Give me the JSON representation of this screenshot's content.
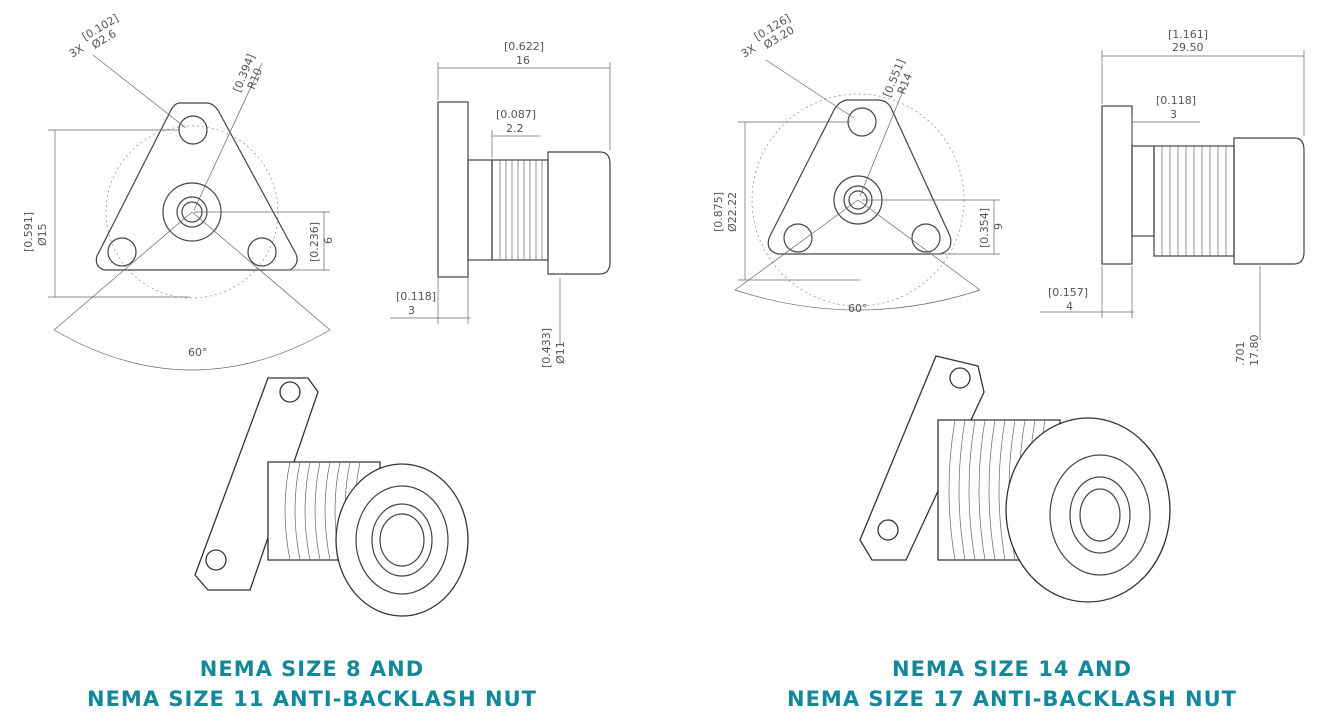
{
  "left": {
    "front": {
      "holes_bracket": "[0.102]",
      "holes_mm": "Ø2.6",
      "holes_count": "3X",
      "radius_bracket": "[0.394]",
      "radius_mm": "R10",
      "height_bracket": "[0.591]",
      "height_mm": "Ø15",
      "offset_bracket": "[0.236]",
      "offset_mm": "6",
      "angle": "60°"
    },
    "side": {
      "length_bracket": "[0.622]",
      "length_mm": "16",
      "groove_bracket": "[0.087]",
      "groove_mm": "2.2",
      "flange_bracket": "[0.118]",
      "flange_mm": "3",
      "diameter_bracket": "[0.433]",
      "diameter_mm": "Ø11"
    },
    "caption_line1": "NEMA SIZE 8 AND",
    "caption_line2": "NEMA SIZE 11 ANTI-BACKLASH NUT"
  },
  "right": {
    "front": {
      "holes_bracket": "[0.126]",
      "holes_mm": "Ø3.20",
      "holes_count": "3X",
      "radius_bracket": "[0.551]",
      "radius_mm": "R14",
      "height_bracket": "[0.875]",
      "height_mm": "Ø22.22",
      "offset_bracket": "[0.354]",
      "offset_mm": "9",
      "angle": "60°"
    },
    "side": {
      "length_bracket": "[1.161]",
      "length_mm": "29.50",
      "groove_bracket": "[0.118]",
      "groove_mm": "3",
      "flange_bracket": "[0.157]",
      "flange_mm": "4",
      "diameter_bracket": ".701",
      "diameter_mm": "17.80"
    },
    "caption_line1": "NEMA SIZE 14 AND",
    "caption_line2": "NEMA SIZE 17 ANTI-BACKLASH NUT"
  }
}
